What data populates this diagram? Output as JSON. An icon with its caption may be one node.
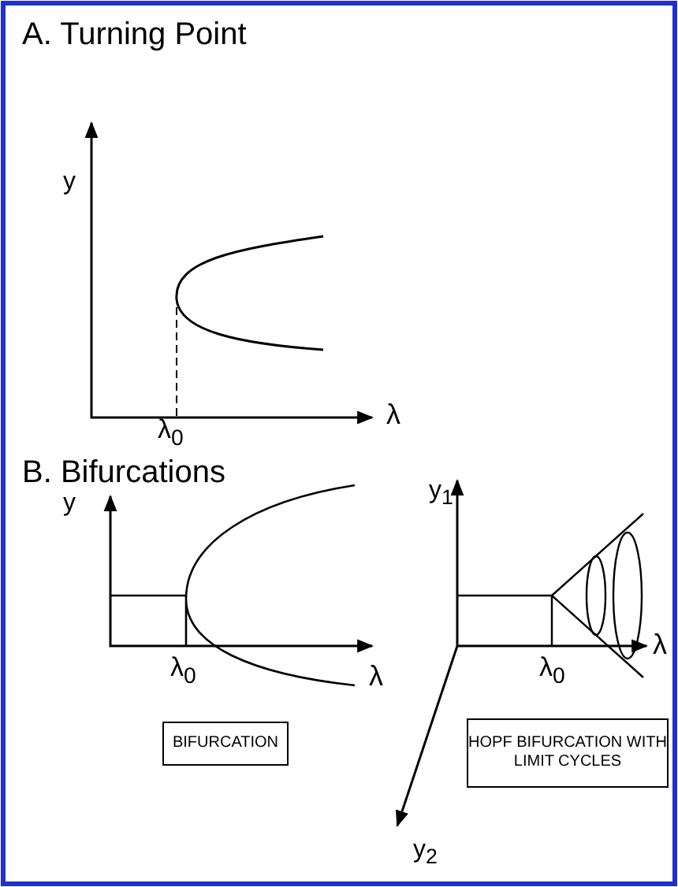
{
  "diagram": {
    "nodes": [
      {
        "text": [
          "BIFURCATION"
        ]
      },
      {
        "text": [
          "HOPF BIFURCATION WITH LIMIT CYCLES"
        ]
      }
    ],
    "labels": [
      "A. Turning Point",
      "y",
      "λ$_{0}$",
      "λ",
      "B. Bifurcations",
      "y",
      "λ$_{0}$",
      "λ",
      "y$_{1}$",
      "λ$_{0}$",
      "λ",
      "y$_{2}$"
    ]
  }
}
